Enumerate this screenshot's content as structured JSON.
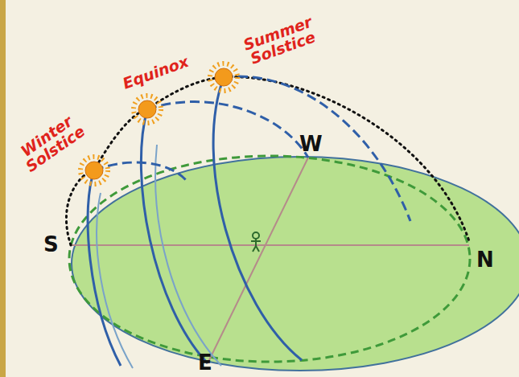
{
  "diagram": {
    "labels": [
      "Summer Solstice",
      "Equinox",
      "Winter Solstice",
      "W",
      "S",
      "N",
      "E"
    ]
  }
}
